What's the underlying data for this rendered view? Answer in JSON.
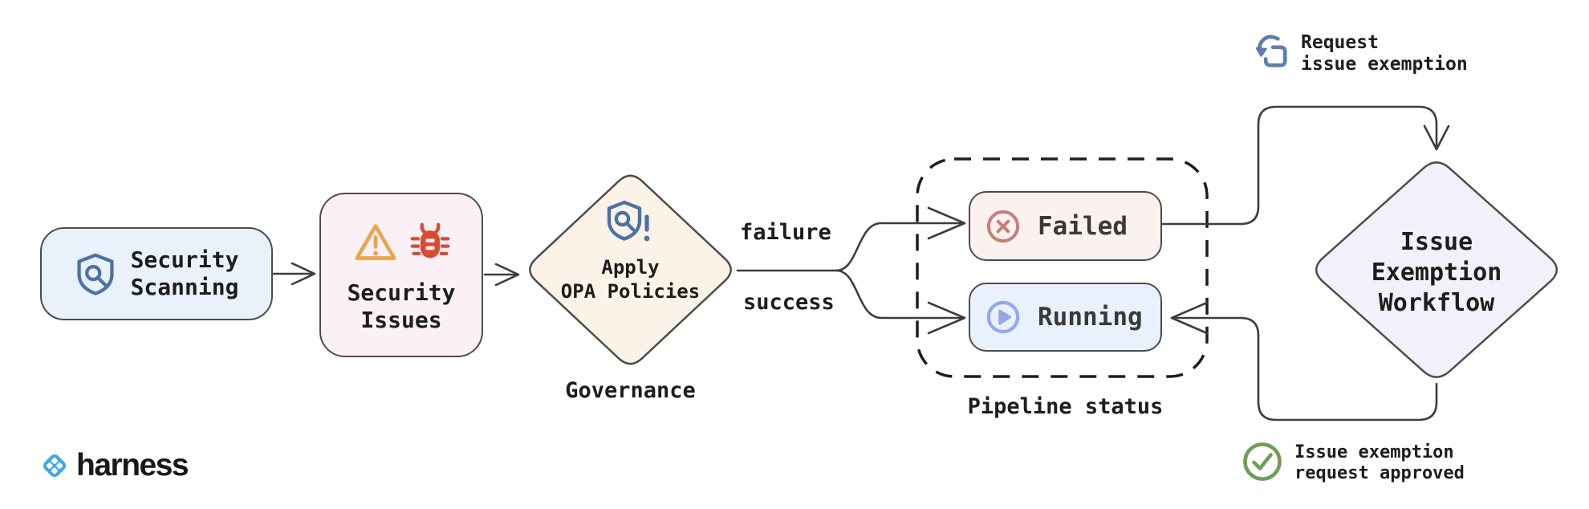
{
  "nodes": {
    "security_scanning": {
      "lines": [
        "Security",
        "Scanning"
      ]
    },
    "security_issues": {
      "lines": [
        "Security",
        "Issues"
      ]
    },
    "apply_opa_policies": {
      "lines": [
        "Apply",
        "OPA Policies"
      ],
      "caption": "Governance"
    },
    "failed": {
      "label": "Failed"
    },
    "running": {
      "label": "Running"
    },
    "pipeline_status": {
      "caption": "Pipeline status"
    },
    "issue_exemption_workflow": {
      "lines": [
        "Issue",
        "Exemption",
        "Workflow"
      ]
    }
  },
  "edge_labels": {
    "failure": "failure",
    "success": "success"
  },
  "annotations": {
    "request_exemption": {
      "lines": [
        "Request",
        "issue exemption"
      ]
    },
    "exemption_approved": {
      "lines": [
        "Issue exemption",
        "request approved"
      ]
    }
  },
  "branding": {
    "wordmark": "harness"
  },
  "icons": {
    "security_scanning": "shield-search-icon",
    "security_issues": [
      "warning-triangle-icon",
      "bug-icon"
    ],
    "apply_opa_policies": "shield-search-alert-icon",
    "failed": "circle-x-icon",
    "running": "circle-play-icon",
    "request_exemption": "tap-request-icon",
    "exemption_approved": "circle-check-icon",
    "branding": "harness-logo-icon"
  },
  "colors": {
    "scanning_fill": "#e9f1fb",
    "issues_fill": "#fbf0f5",
    "opa_fill": "#fbf3e7",
    "failed_fill": "#fbf1ee",
    "running_fill": "#e9f1fc",
    "workflow_fill": "#f2f0fb",
    "shield_icon": "#4a72a8",
    "warning_icon": "#e8a54b",
    "bug_icon": "#d84b33",
    "bug_slot": "#fbf0f5",
    "failed_icon": "#c87e78",
    "running_icon": "#92a7ec",
    "tap_icon": "#5b7db1",
    "check_icon": "#6f9e57",
    "logo_blue": "#3fa7e5",
    "node_stroke": "#4d4d4d",
    "edge_stroke": "#3d3d3d"
  }
}
